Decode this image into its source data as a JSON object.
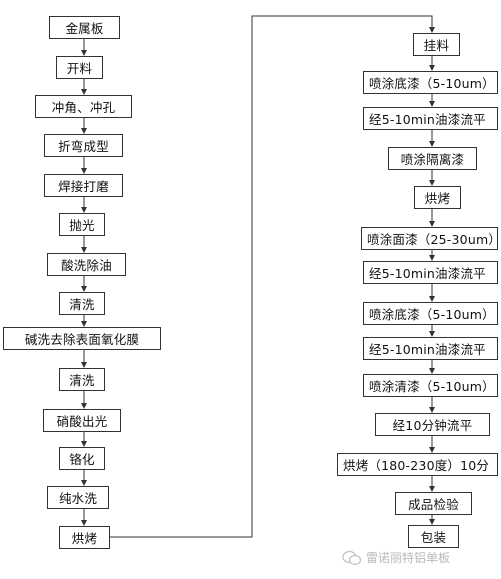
{
  "left_column": [
    {
      "id": "l1",
      "label": "金属板"
    },
    {
      "id": "l2",
      "label": "开料"
    },
    {
      "id": "l3",
      "label": "冲角、冲孔"
    },
    {
      "id": "l4",
      "label": "折弯成型"
    },
    {
      "id": "l5",
      "label": "焊接打磨"
    },
    {
      "id": "l6",
      "label": "抛光"
    },
    {
      "id": "l7",
      "label": "酸洗除油"
    },
    {
      "id": "l8",
      "label": "清洗"
    },
    {
      "id": "l9",
      "label": "碱洗去除表面氧化膜"
    },
    {
      "id": "l10",
      "label": "清洗"
    },
    {
      "id": "l11",
      "label": "硝酸出光"
    },
    {
      "id": "l12",
      "label": "铬化"
    },
    {
      "id": "l13",
      "label": "纯水洗"
    },
    {
      "id": "l14",
      "label": "烘烤"
    }
  ],
  "right_column": [
    {
      "id": "r1",
      "label": "挂料"
    },
    {
      "id": "r2",
      "label": "喷涂底漆（5-10um）"
    },
    {
      "id": "r3",
      "label": "经5-10min油漆流平"
    },
    {
      "id": "r4",
      "label": "喷涂隔离漆"
    },
    {
      "id": "r5",
      "label": "烘烤"
    },
    {
      "id": "r6",
      "label": "喷涂面漆（25-30um）"
    },
    {
      "id": "r7",
      "label": "经5-10min油漆流平"
    },
    {
      "id": "r8",
      "label": "喷涂底漆（5-10um）"
    },
    {
      "id": "r9",
      "label": "经5-10min油漆流平"
    },
    {
      "id": "r10",
      "label": "喷涂清漆（5-10um）"
    },
    {
      "id": "r11",
      "label": "经10分钟流平"
    },
    {
      "id": "r12",
      "label": "烘烤（180-230度）10分"
    },
    {
      "id": "r13",
      "label": "成品检验"
    },
    {
      "id": "r14",
      "label": "包装"
    }
  ],
  "watermark": {
    "text": "雷诺丽特铝单板"
  },
  "colors": {
    "line": "#333333",
    "box_border": "#333333",
    "watermark": "#b9b9b9"
  }
}
